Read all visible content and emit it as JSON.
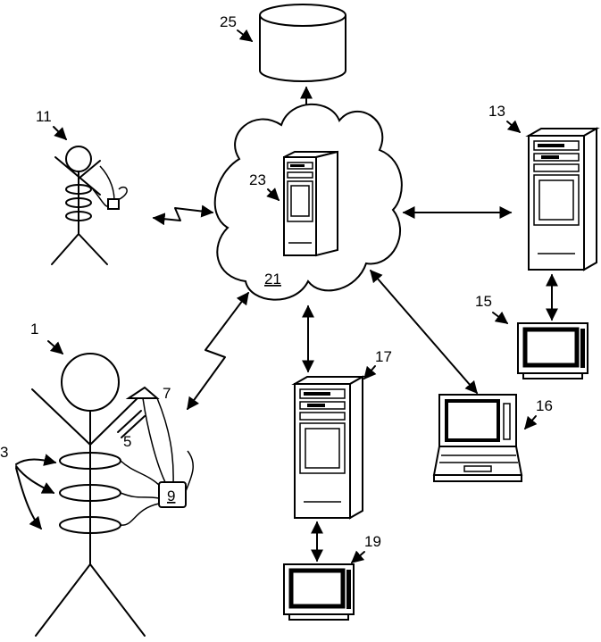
{
  "labels": {
    "person": "1",
    "sensors": "3",
    "wire": "5",
    "antenna": "7",
    "device": "9",
    "clinician": "11",
    "server_right": "13",
    "monitor_right": "15",
    "laptop": "16",
    "server_bottom": "17",
    "monitor_bottom": "19",
    "network": "21",
    "server_central": "23",
    "database": "25"
  }
}
